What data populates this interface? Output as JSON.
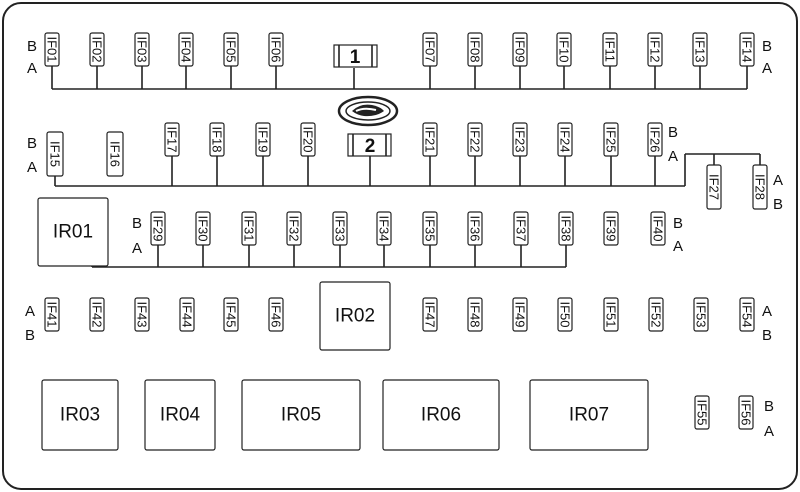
{
  "fuses": [
    "IF01",
    "IF02",
    "IF03",
    "IF04",
    "IF05",
    "IF06",
    "IF07",
    "IF08",
    "IF09",
    "IF10",
    "IF11",
    "IF12",
    "IF13",
    "IF14",
    "IF15",
    "IF16",
    "IF17",
    "IF18",
    "IF19",
    "IF20",
    "IF21",
    "IF22",
    "IF23",
    "IF24",
    "IF25",
    "IF26",
    "IF27",
    "IF28",
    "IF29",
    "IF30",
    "IF31",
    "IF32",
    "IF33",
    "IF34",
    "IF35",
    "IF36",
    "IF37",
    "IF38",
    "IF39",
    "IF40",
    "IF41",
    "IF42",
    "IF43",
    "IF44",
    "IF45",
    "IF46",
    "IF47",
    "IF48",
    "IF49",
    "IF50",
    "IF51",
    "IF52",
    "IF53",
    "IF54",
    "IF55",
    "IF56"
  ],
  "relays": [
    "IR01",
    "IR02",
    "IR03",
    "IR04",
    "IR05",
    "IR06",
    "IR07"
  ],
  "connectors": [
    "1",
    "2"
  ],
  "terminal_labels": {
    "a": "A",
    "b": "B"
  },
  "colors": {
    "line": "#222222",
    "background": "#ffffff"
  },
  "logo_icon": "gac-logo-icon"
}
